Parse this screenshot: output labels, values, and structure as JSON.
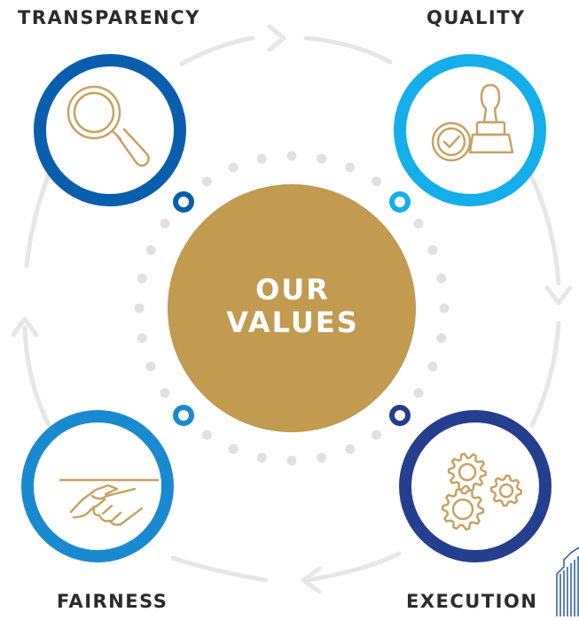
{
  "center": {
    "line1": "OUR",
    "line2": "VALUES"
  },
  "values": [
    {
      "label": "TRANSPARENCY",
      "icon": "magnifying-glass-icon",
      "ring_color": "#0a5eae"
    },
    {
      "label": "QUALITY",
      "icon": "stamp-icon",
      "ring_color": "#14aeea"
    },
    {
      "label": "FAIRNESS",
      "icon": "handshake-icon",
      "ring_color": "#1a8ad0"
    },
    {
      "label": "EXECUTION",
      "icon": "gears-icon",
      "ring_color": "#253f8f"
    }
  ],
  "colors": {
    "center_fill": "#c29a50",
    "icon_gold": "#c8a260",
    "cycle_line": "#e6e6e6",
    "dots": "#e0e0e0",
    "label_text": "#2b2b2b",
    "logo_blue": "#1c4e9c"
  }
}
